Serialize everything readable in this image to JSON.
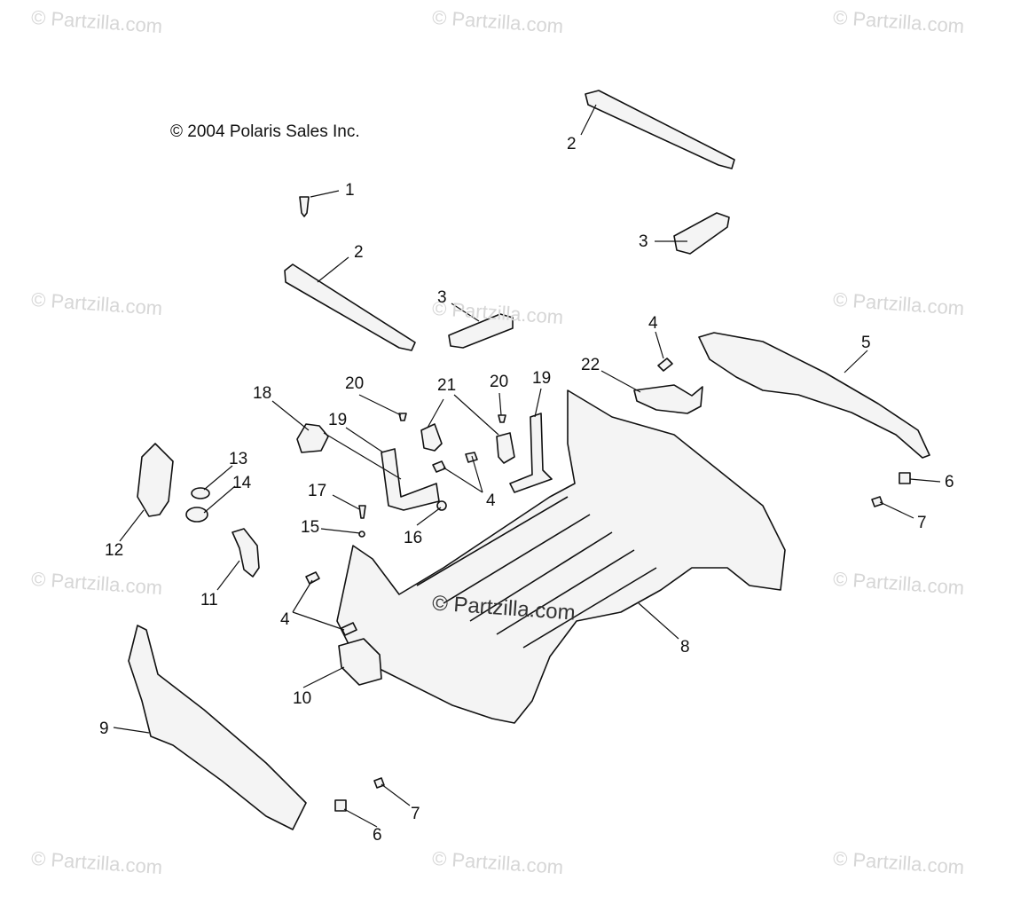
{
  "copyright": "© 2004 Polaris Sales Inc.",
  "watermark": "© Partzilla.com",
  "callouts": [
    "1",
    "2",
    "2",
    "3",
    "3",
    "4",
    "4",
    "4",
    "5",
    "6",
    "6",
    "7",
    "7",
    "8",
    "9",
    "10",
    "11",
    "12",
    "13",
    "14",
    "15",
    "16",
    "17",
    "18",
    "19",
    "19",
    "20",
    "20",
    "21",
    "22"
  ]
}
